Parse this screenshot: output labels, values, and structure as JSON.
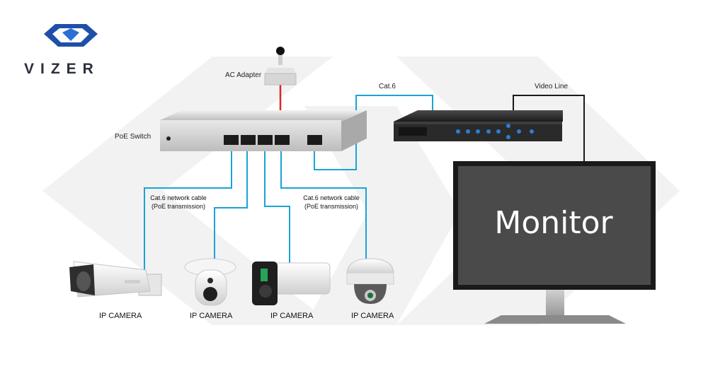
{
  "brand": {
    "name": "VIZER"
  },
  "labels": {
    "ac_adapter": "AC Adapter",
    "poe_switch": "PoE Switch",
    "cat6": "Cat.6",
    "video_line": "Video Line",
    "cable_left_line1": "Cat.6 network cable",
    "cable_left_line2": "(PoE transmission)",
    "cable_right_line1": "Cat.6 network cable",
    "cable_right_line2": "(PoE transmission)",
    "monitor": "Monitor"
  },
  "cameras": [
    {
      "label": "IP CAMERA"
    },
    {
      "label": "IP CAMERA"
    },
    {
      "label": "IP CAMERA"
    },
    {
      "label": "IP CAMERA"
    }
  ],
  "colors": {
    "network_cable": "#1aa3d6",
    "power_cable": "#d9262a",
    "video_cable": "#1a1a1a",
    "brand_blue": "#1f4fa8",
    "monitor_screen": "#4a4a4a"
  }
}
